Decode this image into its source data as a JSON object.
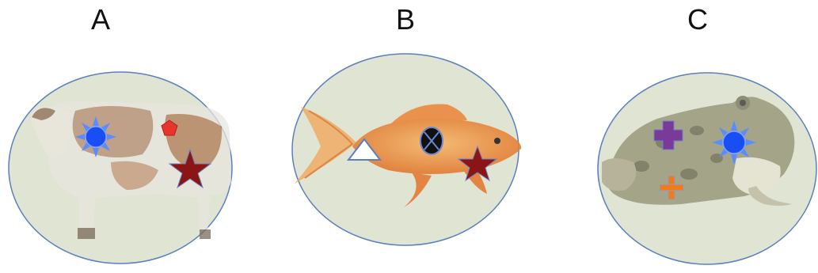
{
  "panels": [
    {
      "label": "A",
      "animal": "cow",
      "markers": [
        "blue-sun-icon",
        "red-pentagon-icon",
        "dark-red-star-icon"
      ]
    },
    {
      "label": "B",
      "animal": "goldfish",
      "markers": [
        "white-triangle-icon",
        "black-x-circle-icon",
        "dark-red-star-icon"
      ]
    },
    {
      "label": "C",
      "animal": "frog",
      "markers": [
        "purple-cross-icon",
        "blue-sun-icon",
        "orange-cross-icon"
      ]
    }
  ],
  "colors": {
    "ellipse_fill": "#dfe4d3",
    "ellipse_stroke": "#5b7fc0",
    "sun": "#1a4ef5",
    "star": "#8b1414",
    "pentagon": "#e8342a",
    "purple": "#7a3a9a",
    "orange": "#f07c18"
  }
}
